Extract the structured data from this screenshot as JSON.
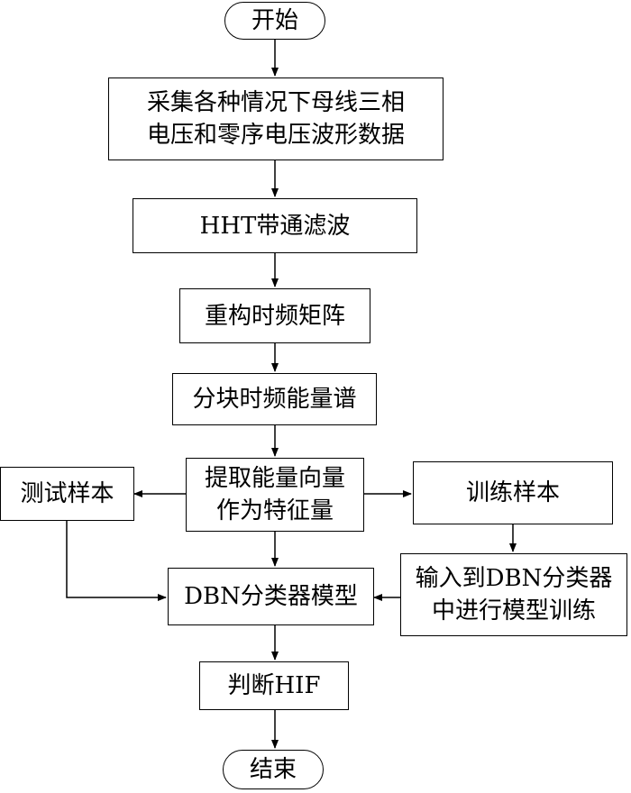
{
  "flowchart": {
    "start": "开始",
    "collect": "采集各种情况下母线三相\n电压和零序电压波形数据",
    "filter": "HHT带通滤波",
    "reconstruct": "重构时频矩阵",
    "block_energy": "分块时频能量谱",
    "extract": "提取能量向量\n作为特征量",
    "test_samples": "测试样本",
    "train_samples": "训练样本",
    "dbn_train": "输入到DBN分类器\n中进行模型训练",
    "dbn_model": "DBN分类器模型",
    "judge": "判断HIF",
    "end": "结束"
  }
}
